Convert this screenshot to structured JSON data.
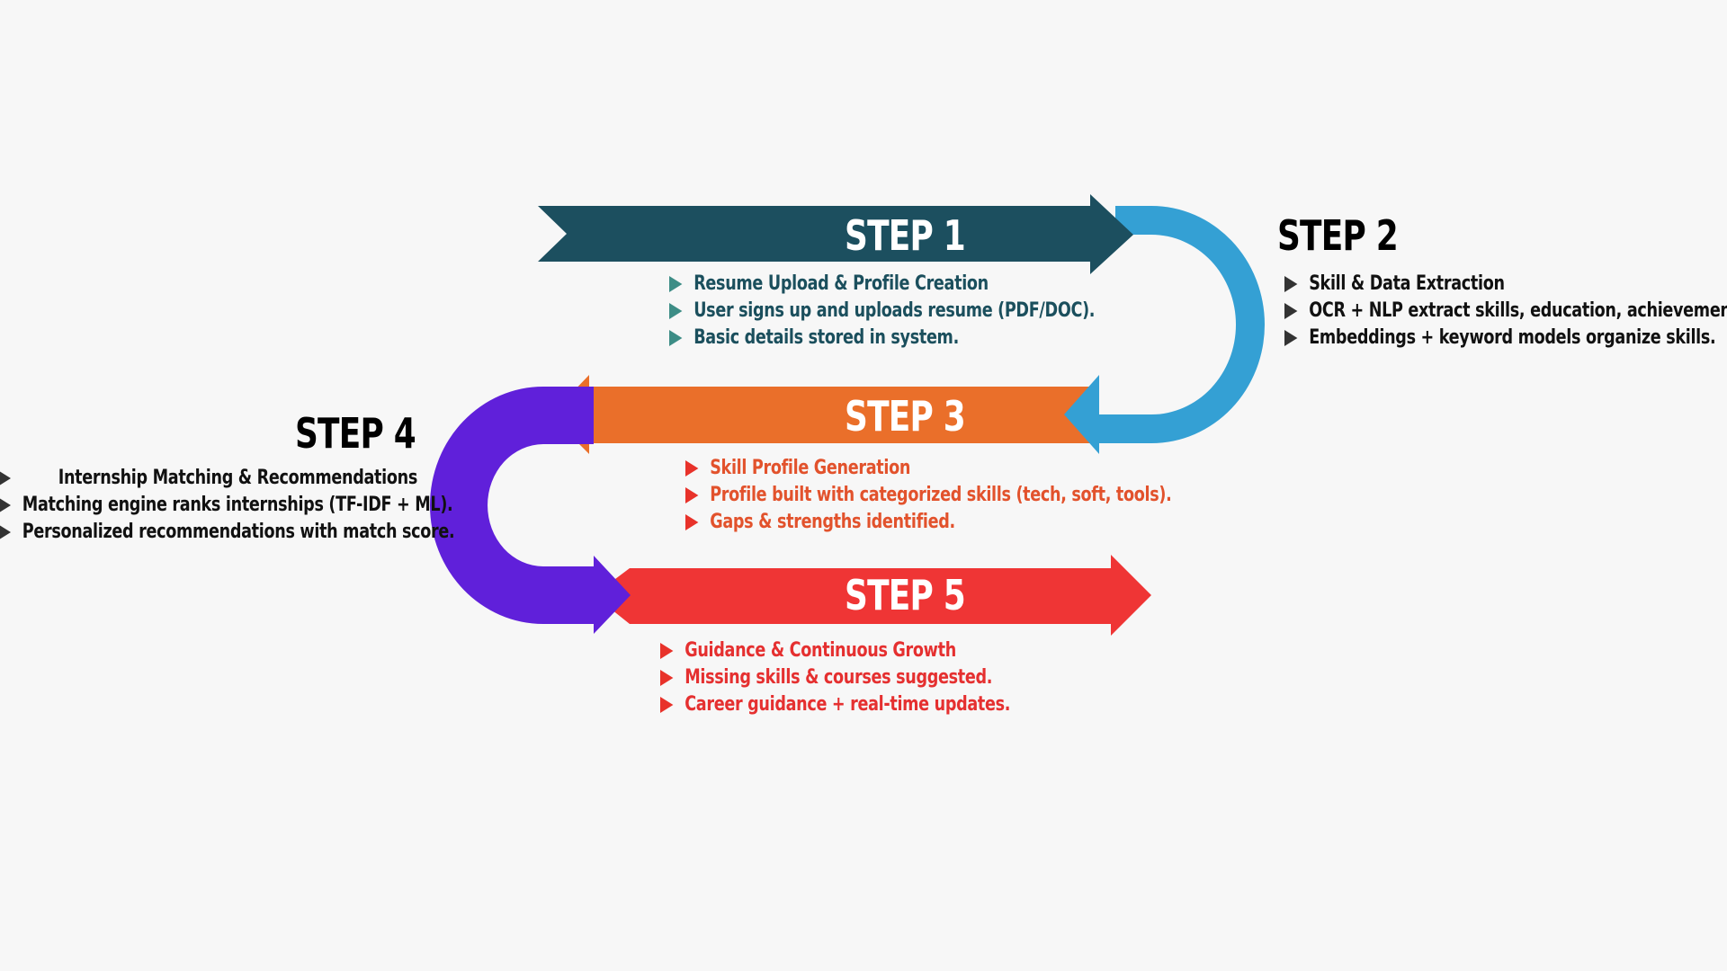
{
  "colors": {
    "step1_arrow": "#1c4f5f",
    "step2_arc": "#34a0d4",
    "step3_arrow": "#ea6f2a",
    "step4_arc": "#6020da",
    "step5_arrow": "#ef3535"
  },
  "steps": [
    {
      "title": "STEP 1",
      "bullets": [
        "Resume Upload & Profile Creation",
        "User signs up and uploads resume (PDF/DOC).",
        "Basic details stored in system."
      ]
    },
    {
      "title": "STEP 2",
      "bullets": [
        "Skill & Data Extraction",
        "OCR + NLP extract skills, education, achievements.",
        "Embeddings + keyword models organize skills."
      ]
    },
    {
      "title": "STEP 3",
      "bullets": [
        "Skill Profile Generation",
        "Profile built with categorized skills (tech, soft, tools).",
        "Gaps & strengths identified."
      ]
    },
    {
      "title": "STEP 4",
      "bullets": [
        "Internship Matching & Recommendations",
        "Matching engine ranks internships (TF-IDF + ML).",
        "Personalized recommendations with match score."
      ]
    },
    {
      "title": "STEP 5",
      "bullets": [
        "Guidance & Continuous Growth",
        "Missing skills & courses suggested.",
        "Career guidance + real-time updates."
      ]
    }
  ]
}
